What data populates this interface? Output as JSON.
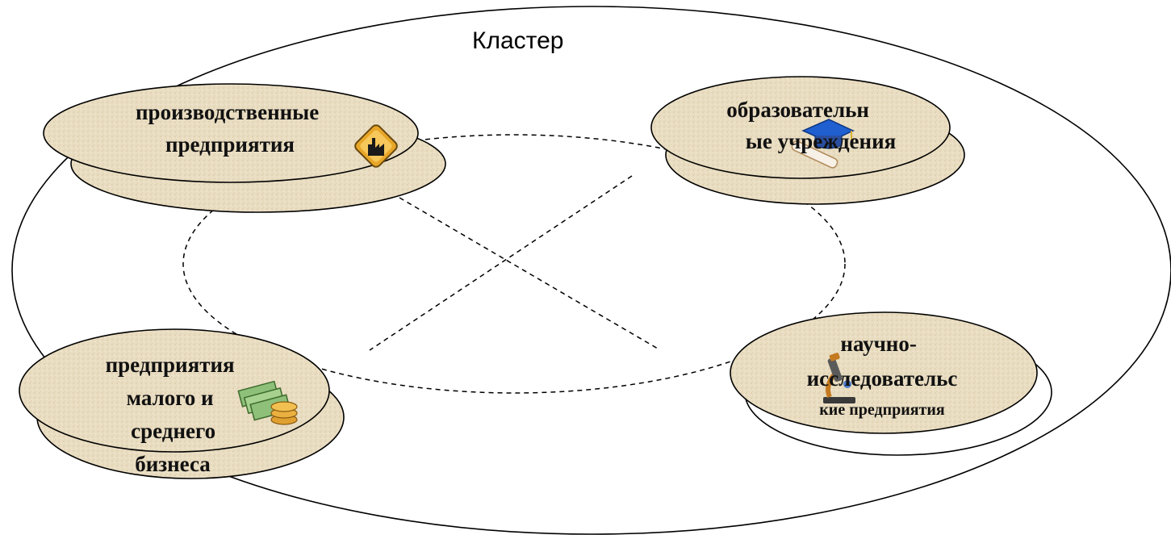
{
  "title": "Кластер",
  "nodes": {
    "production": {
      "lines": [
        "производственные",
        "предприятия"
      ],
      "icon": "factory-icon"
    },
    "education": {
      "lines": [
        "образовательн",
        "ые учреждения"
      ],
      "icon": "graduation-cap-icon"
    },
    "small_business": {
      "lines": [
        "предприятия",
        "малого и",
        "среднего",
        "бизнеса"
      ],
      "icon": "money-icon"
    },
    "research": {
      "lines": [
        "научно-",
        "исследовательс",
        "кие предприятия"
      ],
      "icon": "microscope-icon"
    }
  },
  "colors": {
    "node_fill": "#e8dcc0",
    "node_fill_dark": "#d9c9a5",
    "stroke": "#000000",
    "graduation_cap": "#1f5fd0"
  }
}
